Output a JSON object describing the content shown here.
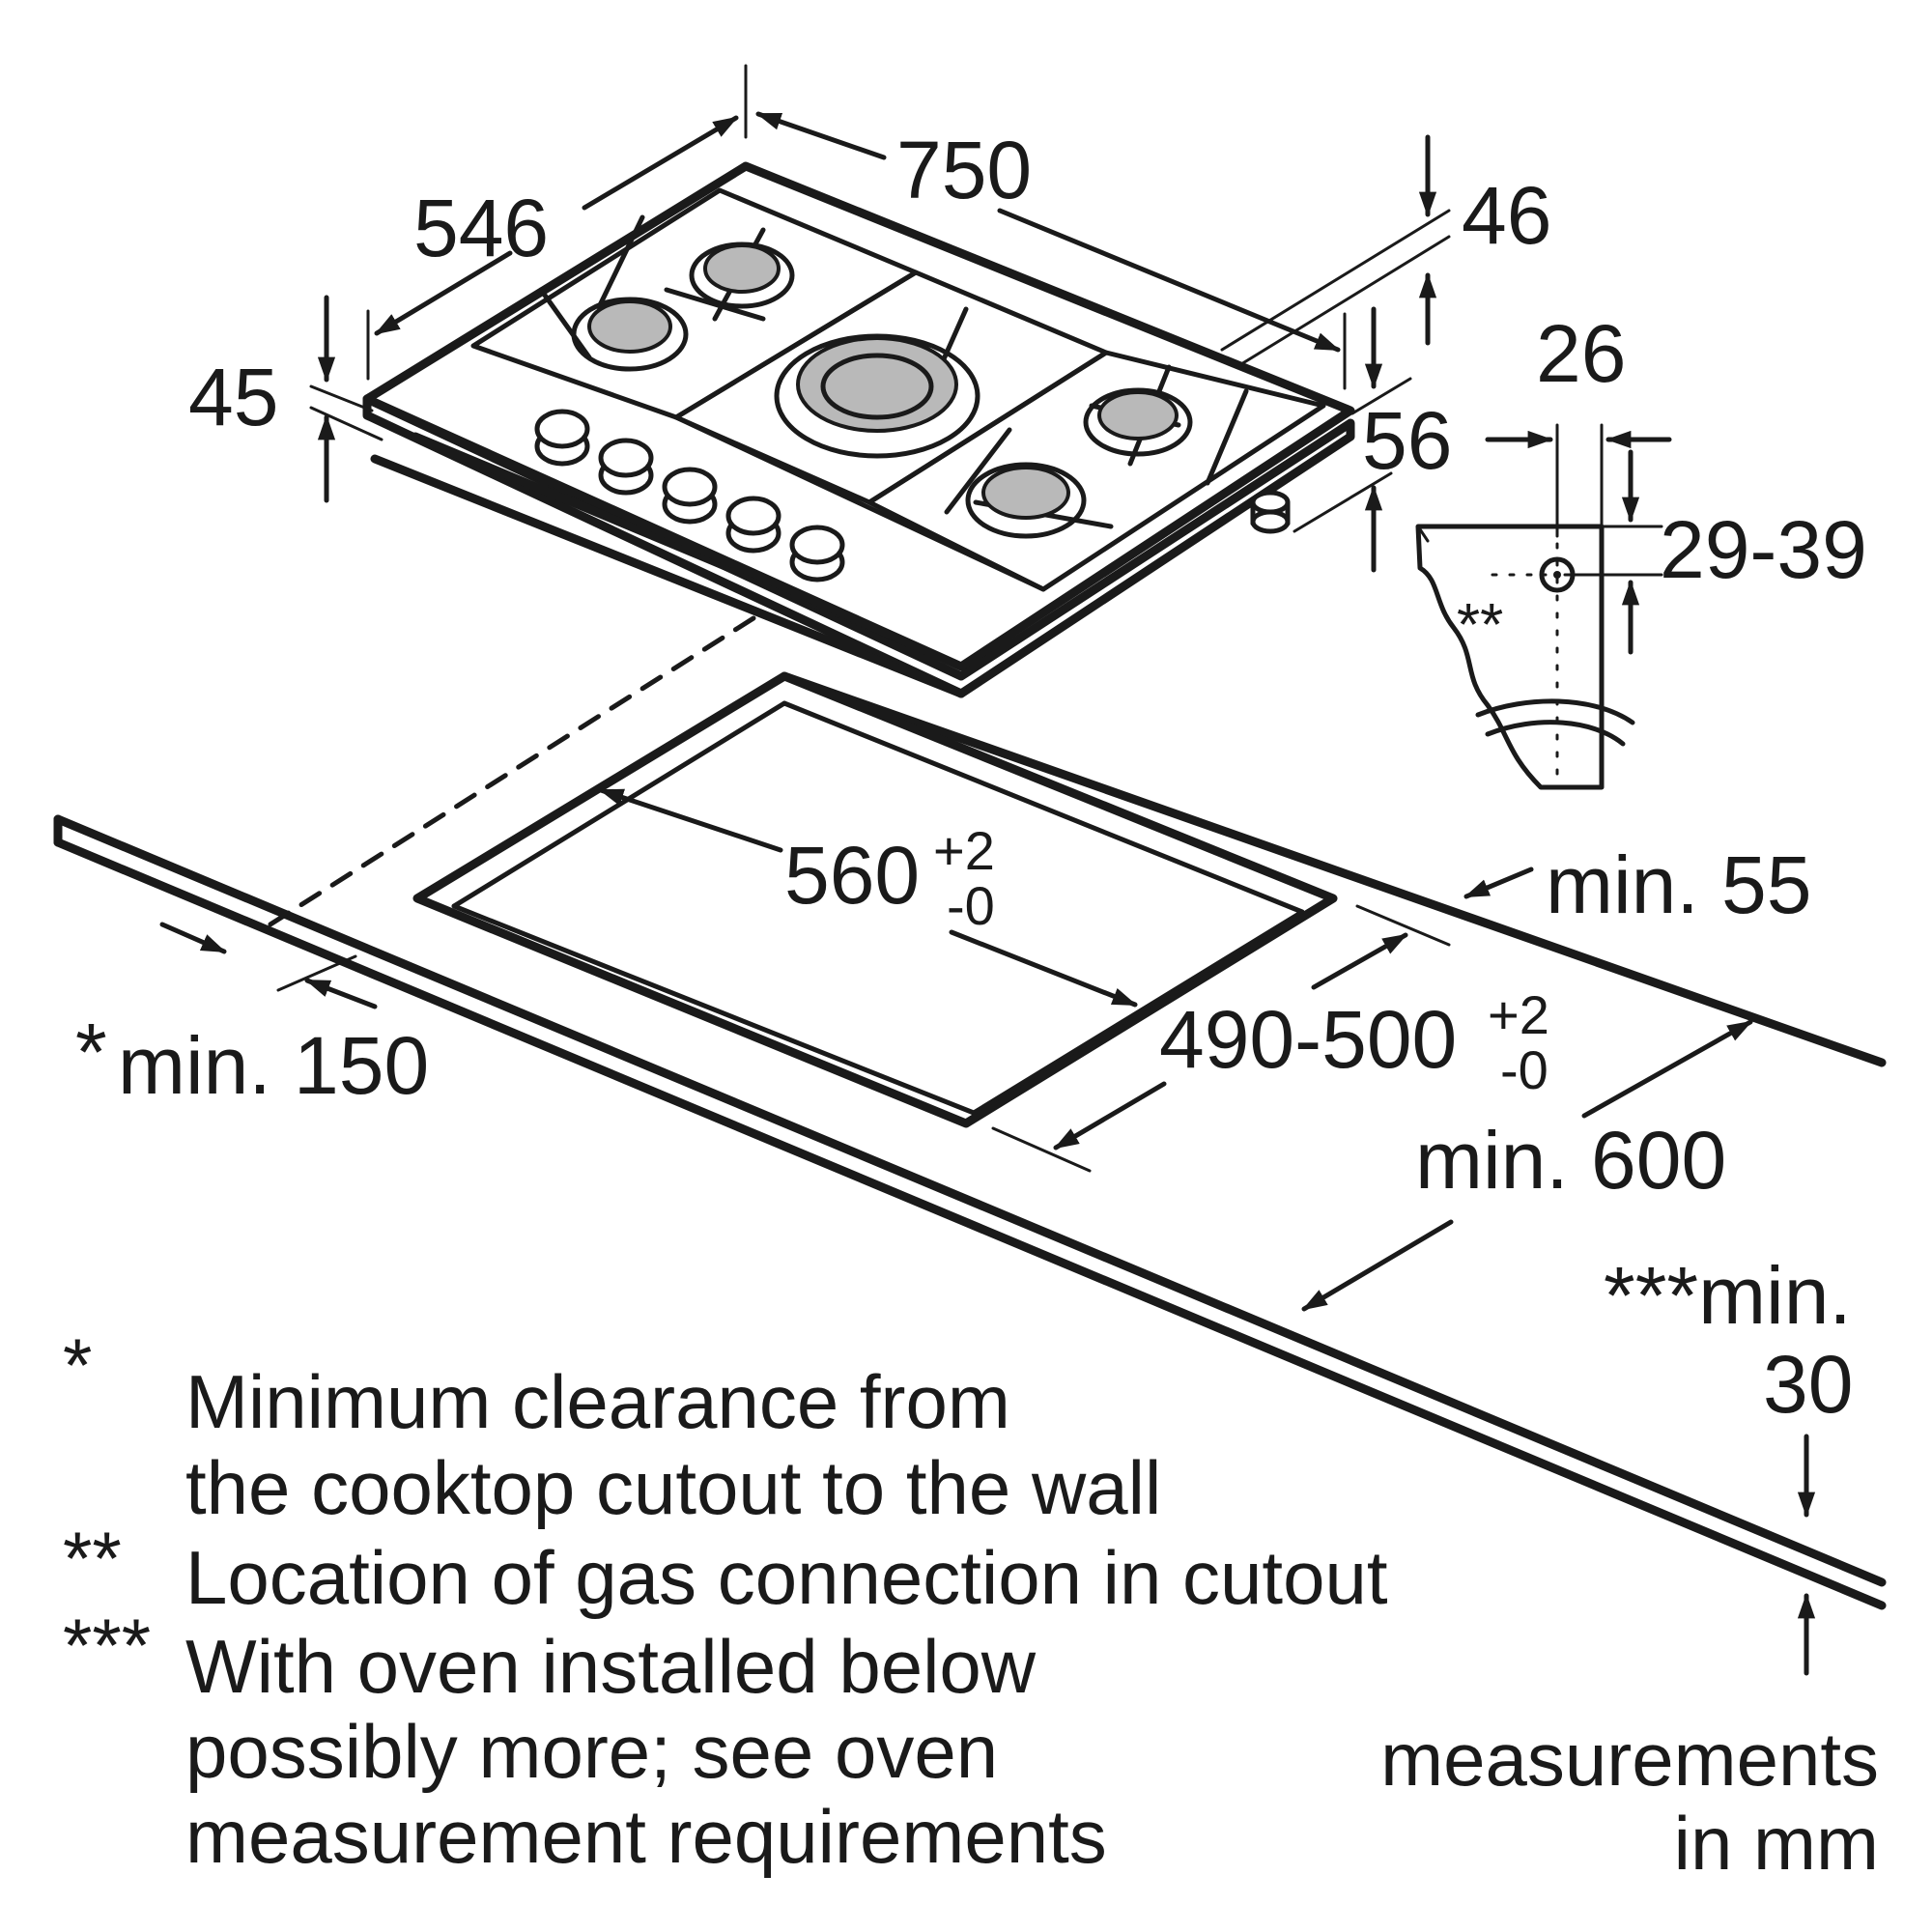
{
  "colors": {
    "line": "#1a1a1a",
    "background": "#ffffff",
    "burner": "#b9b9b9"
  },
  "dimensions": {
    "width_750": "750",
    "depth_546": "546",
    "height_46": "46",
    "height_45": "45",
    "offset_56": "56",
    "bracket_26": "26",
    "bracket_29_39": "29-39",
    "gas_marker": "**",
    "cutout_width": "560",
    "cutout_width_tol_plus": "+2",
    "cutout_width_tol_minus": "-0",
    "cutout_depth": "490-500",
    "cutout_depth_tol_plus": "+2",
    "cutout_depth_tol_minus": "-0",
    "min_55": "min. 55",
    "min_150_star": "*",
    "min_150": "min. 150",
    "min_600": "min. 600",
    "min_30_stars": "***min.",
    "min_30_value": "30"
  },
  "notes": [
    {
      "marker": "*",
      "lines": [
        "Minimum clearance from",
        "the cooktop cutout to the wall"
      ]
    },
    {
      "marker": "**",
      "lines": [
        "Location of gas connection in cutout"
      ]
    },
    {
      "marker": "***",
      "lines": [
        "With oven installed below",
        "possibly more; see oven",
        "measurement requirements"
      ]
    }
  ],
  "units_note": [
    "measurements",
    "in mm"
  ]
}
